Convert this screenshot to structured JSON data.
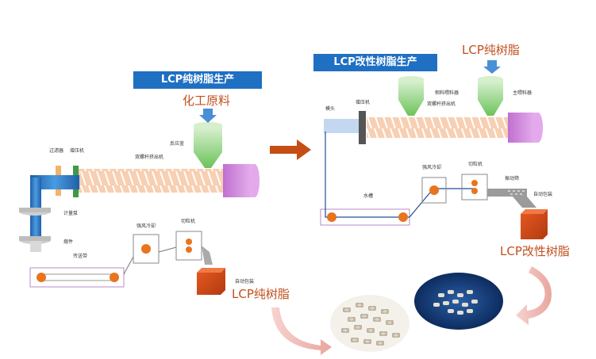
{
  "left": {
    "banner": "LCP纯树脂生产",
    "raw_material": "化工原料",
    "labels": {
      "filter": "过滤器",
      "pressure": "增压机",
      "extruder": "双螺杆挤出机",
      "reactor": "反应釜",
      "meter_pump": "计量泵",
      "melt": "熔件",
      "conveyor": "传送带",
      "cooling": "强风冷却",
      "pelletizer": "切粒机",
      "packing": "自动包装"
    },
    "product": "LCP纯树脂"
  },
  "right": {
    "banner": "LCP改性树脂生产",
    "pure_resin": "LCP纯树脂",
    "labels": {
      "die": "模头",
      "pressure": "增压机",
      "side_feeder": "侧料喂料器",
      "main_feeder": "主喂料器",
      "extruder": "双螺杆挤出机",
      "cooling": "强风冷却",
      "pelletizer": "切粒机",
      "vibrating": "振动筛",
      "water_tank": "水槽",
      "packing": "自动包装"
    },
    "product": "LCP改性树脂"
  },
  "colors": {
    "banner": "#1f6fc2",
    "accent_text": "#c0501f",
    "extruder_barrel": "#f5c6a5",
    "motor": "#d98ee0",
    "hopper": "#8fd37a",
    "pellet": "#e8741e",
    "box": "#d14a17",
    "pipe": "#2f7fc8"
  }
}
